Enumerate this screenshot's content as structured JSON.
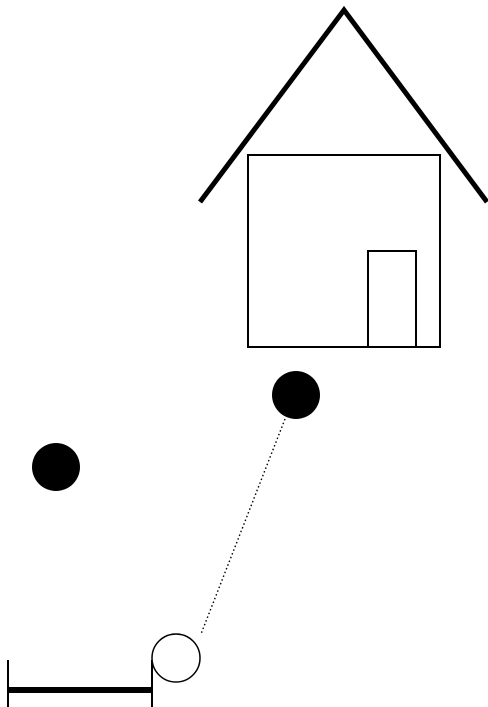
{
  "scene": {
    "background": "#ffffff",
    "ink": "#000000",
    "objects": {
      "house": {
        "parts": [
          "roof",
          "wall",
          "door"
        ]
      },
      "ball_near_house": {
        "fill": "#000000"
      },
      "ball_left": {
        "fill": "#000000"
      },
      "player_ball": {
        "fill": "#ffffff",
        "stroke": "#000000"
      },
      "aim_line": {
        "style": "dotted"
      },
      "launch_platform": {
        "style": "solid"
      }
    },
    "icons": [
      "house-icon",
      "ball-icon",
      "aim-line-icon",
      "platform-icon"
    ]
  }
}
